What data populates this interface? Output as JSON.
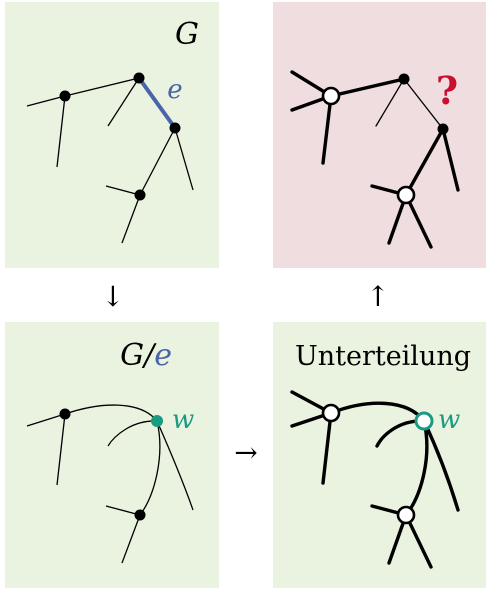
{
  "colors": {
    "panel_green": "#eaf2e0",
    "panel_red": "#f0dde0",
    "edge_blue": "#4a64a8",
    "teal": "#1a9a80",
    "question_red": "#c8102e",
    "ink": "#000000"
  },
  "panels": {
    "top_left": {
      "label": "G"
    },
    "top_right": {
      "label": "?"
    },
    "bottom_left": {
      "label_main": "G/",
      "label_edge": "e",
      "vertex_label": "w"
    },
    "bottom_right": {
      "label": "Unterteilung",
      "vertex_label": "w"
    }
  },
  "edge_label": "e",
  "arrows": {
    "down": "↓",
    "right": "→",
    "up": "↑"
  }
}
